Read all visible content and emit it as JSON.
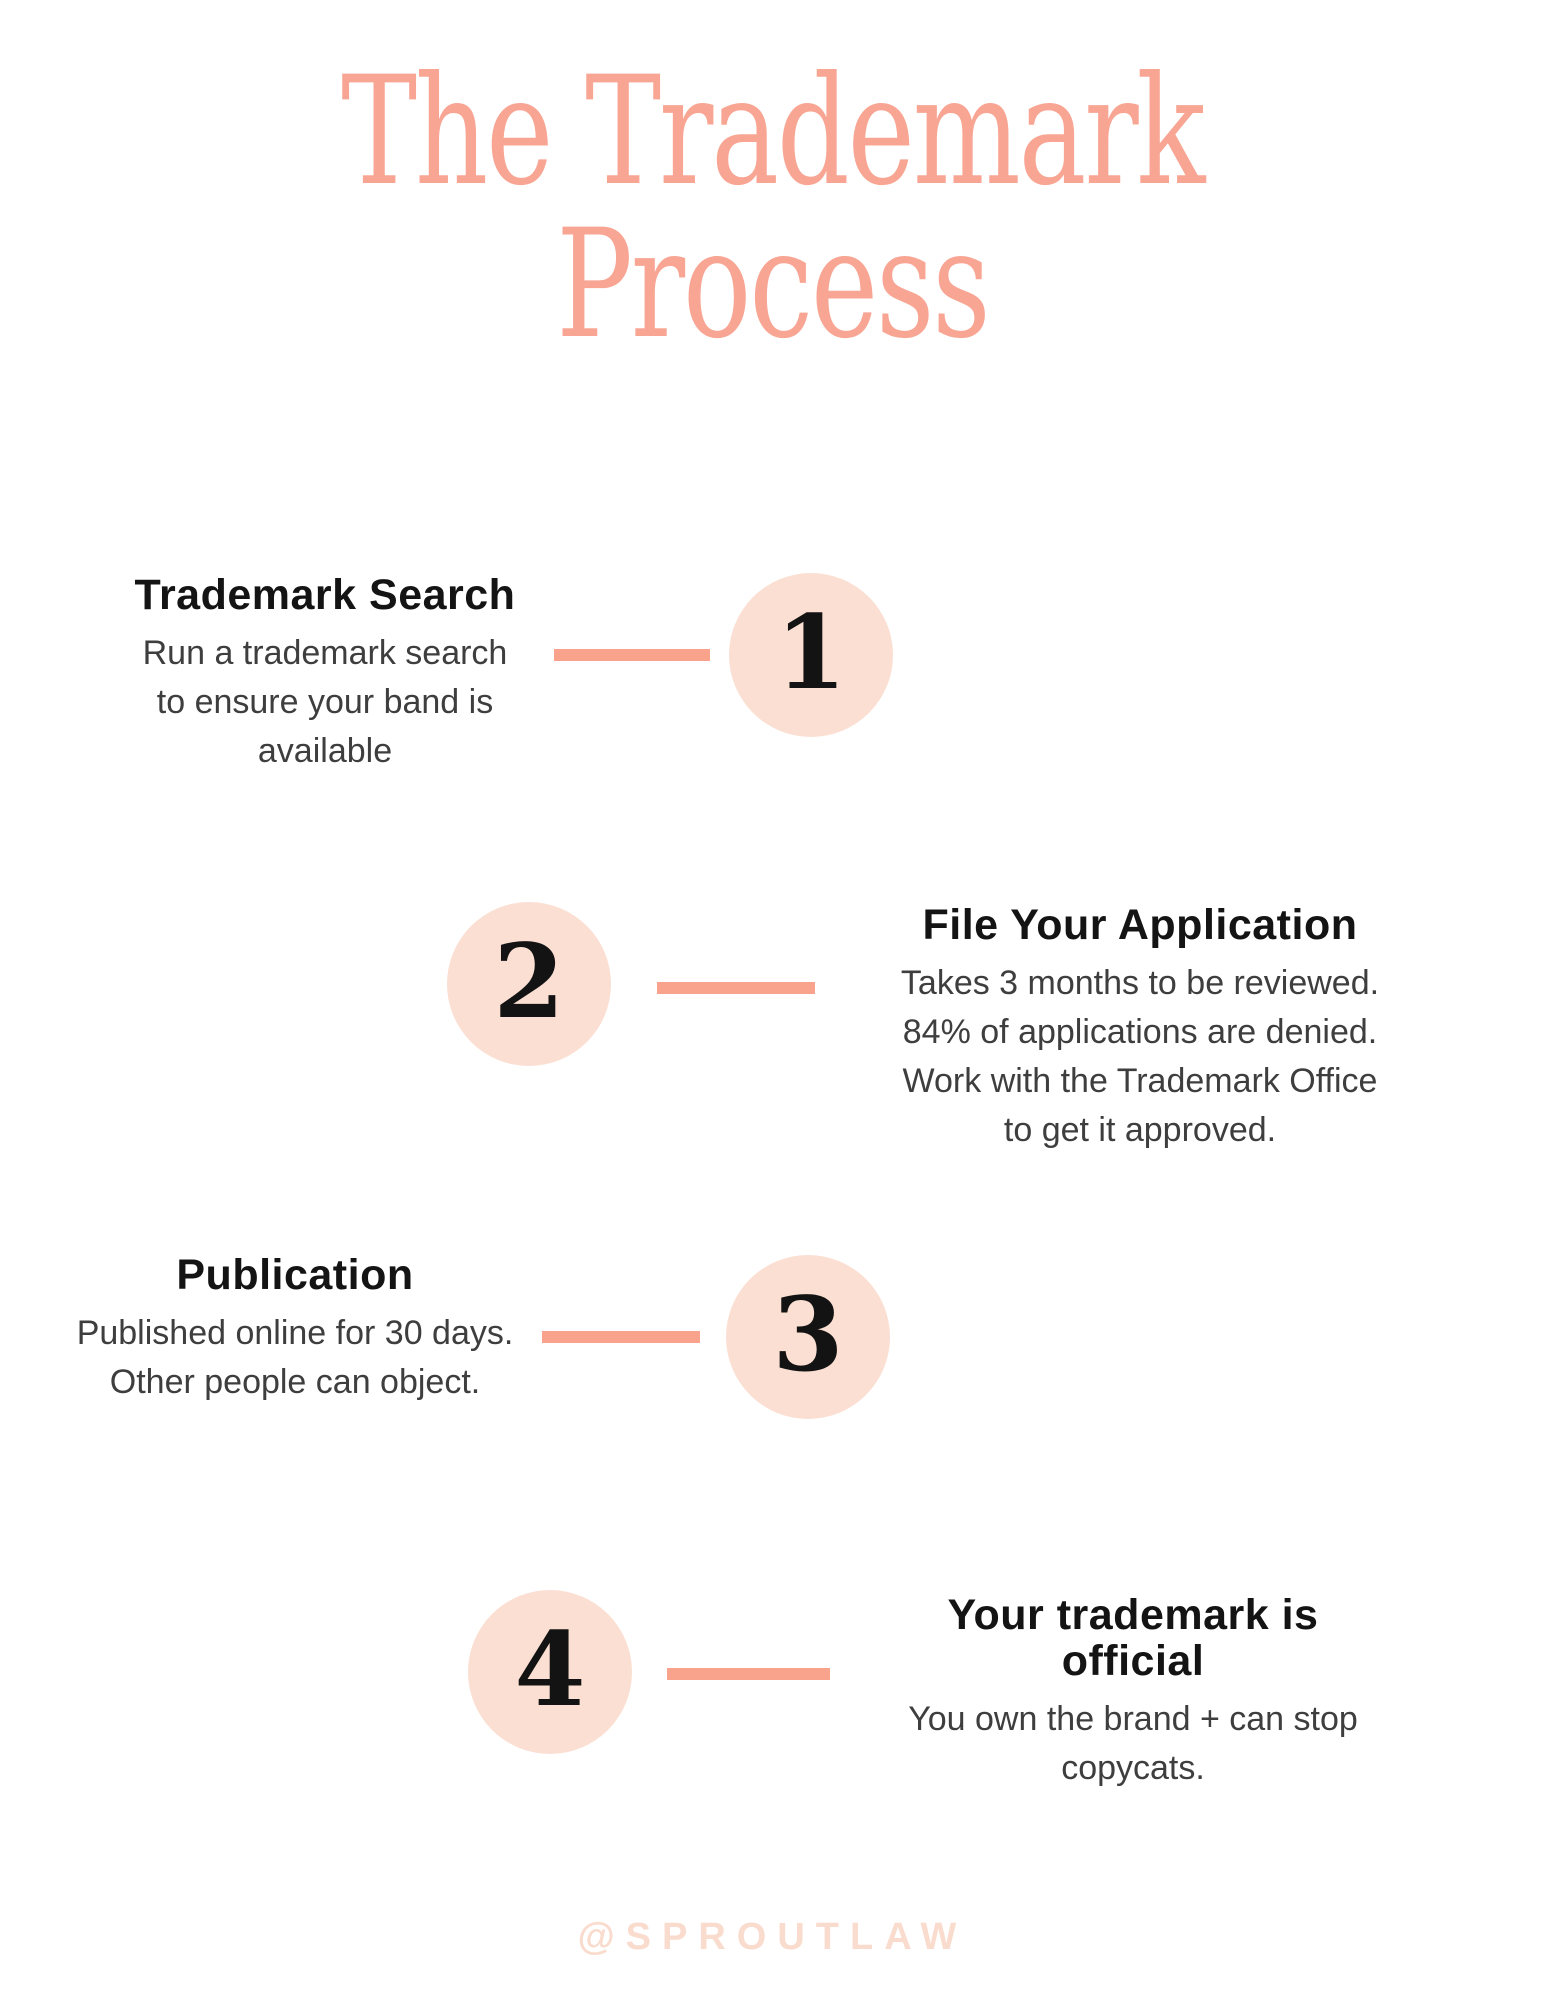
{
  "title": {
    "line1": "The Trademark",
    "line2": "Process"
  },
  "steps": [
    {
      "number": "1",
      "heading": "Trademark Search",
      "body": "Run a trademark search\nto ensure your band is\navailable"
    },
    {
      "number": "2",
      "heading": "File Your Application",
      "body": "Takes 3 months to be reviewed.\n84% of applications are denied.\nWork with the Trademark Office\nto get it approved."
    },
    {
      "number": "3",
      "heading": "Publication",
      "body": "Published online for 30 days.\nOther people can object."
    },
    {
      "number": "4",
      "heading": "Your trademark is official",
      "body": "You own the brand + can stop\ncopycats."
    }
  ],
  "footer": {
    "handle": "@SPROUTLAW"
  },
  "colors": {
    "title_pink": "#f8a593",
    "connector_salmon": "#f9a28c",
    "circle_peach": "#fbdfd2",
    "footer_peach": "#f9dccd",
    "heading_ink": "#141414",
    "body_ink": "#3e3e3e",
    "background": "#ffffff"
  }
}
